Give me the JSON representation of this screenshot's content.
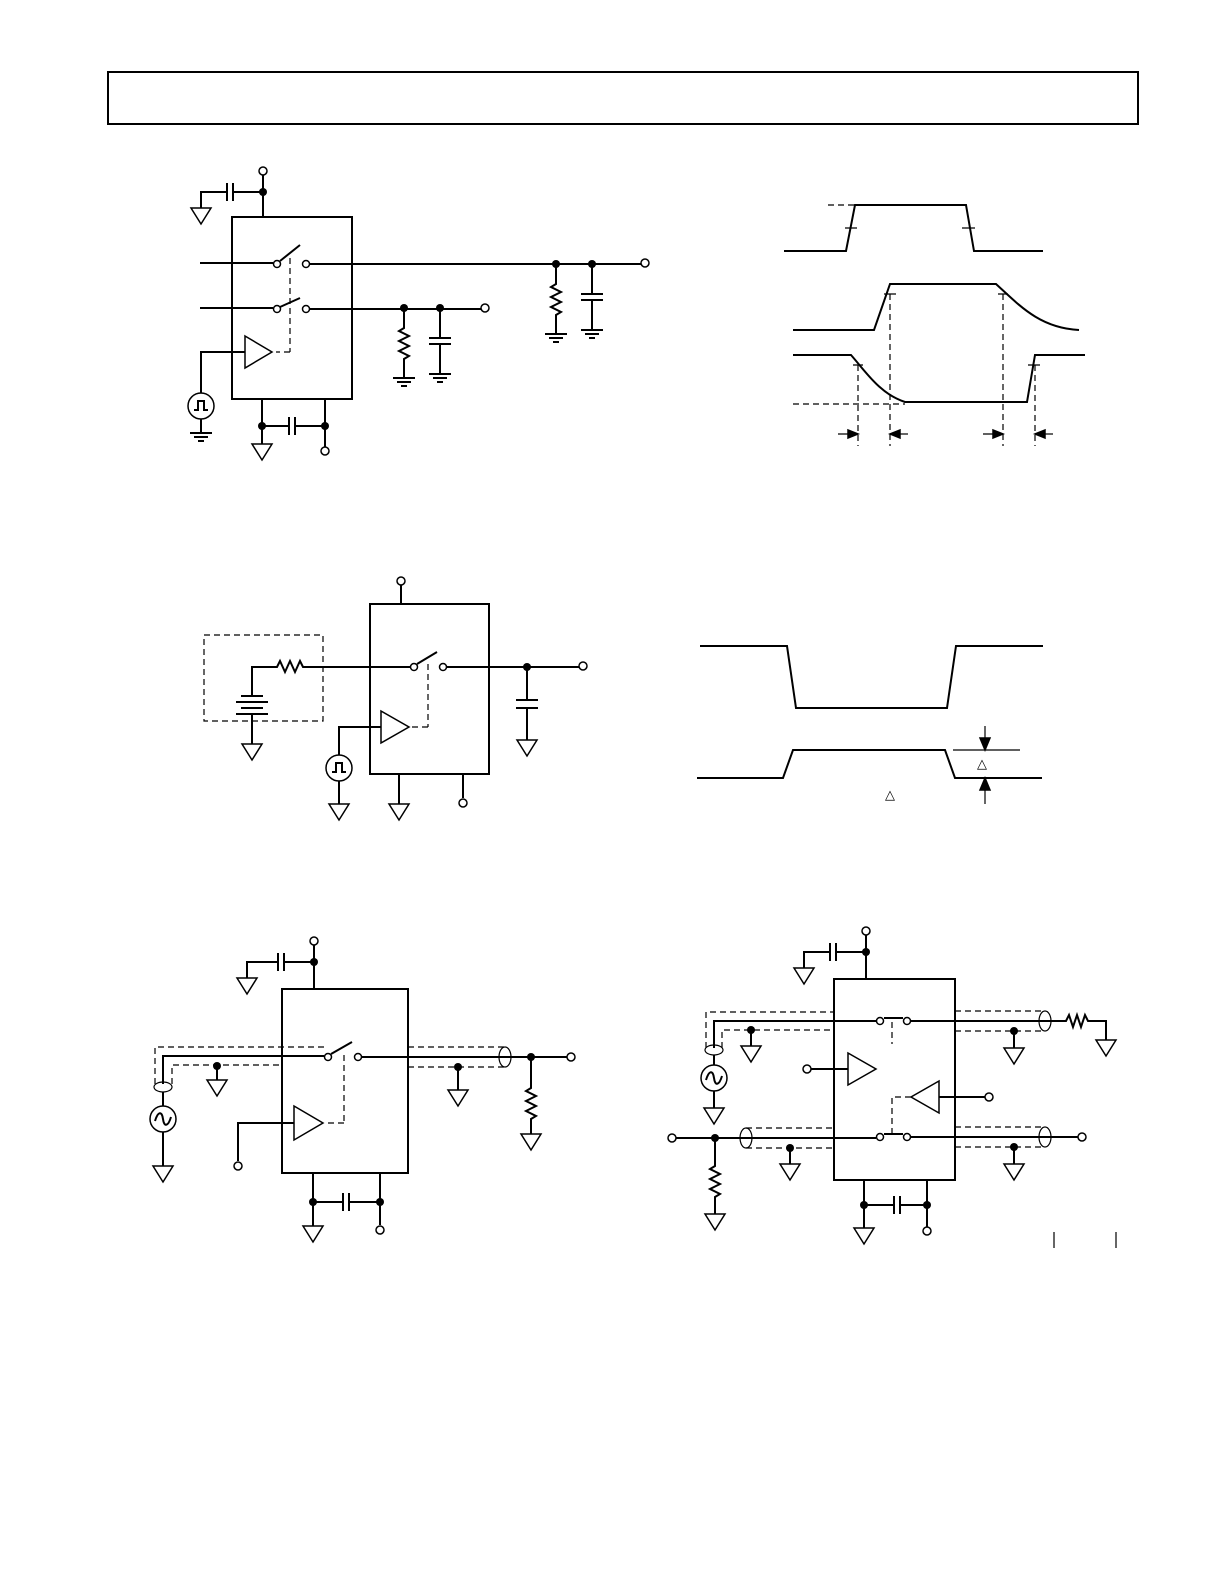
{
  "header": {
    "title": ""
  },
  "figures": [
    {
      "id": "fig-switch-time-circuit",
      "caption": ""
    },
    {
      "id": "fig-switch-time-waveform",
      "caption": ""
    },
    {
      "id": "fig-charge-injection-circuit",
      "caption": ""
    },
    {
      "id": "fig-charge-injection-waveform",
      "caption": "",
      "delta_symbols": [
        "△",
        "△"
      ]
    },
    {
      "id": "fig-off-isolation-circuit",
      "caption": ""
    },
    {
      "id": "fig-crosstalk-circuit",
      "caption": ""
    }
  ],
  "colors": {
    "ink": "#000000",
    "paper": "#ffffff"
  }
}
